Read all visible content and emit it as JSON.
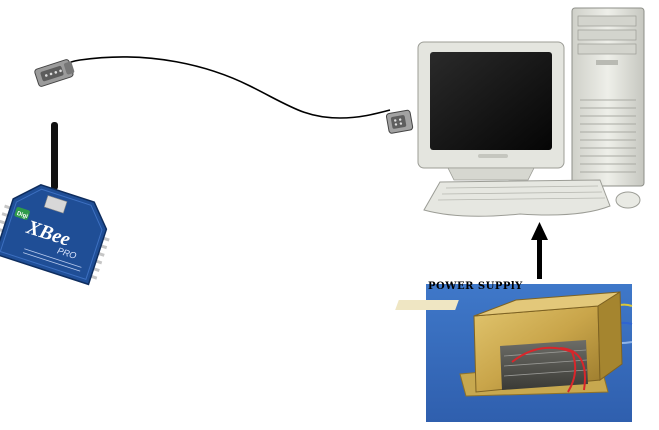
{
  "power_supply": {
    "label": "POWER SUPPlY"
  },
  "xbee_module": {
    "brand": "Digi",
    "name": "XBee",
    "model": "PRO"
  },
  "colors": {
    "xbee_board": "#1f4e96",
    "power_photo_bg": "#3f78c9",
    "transformer_gold": "#c9a54a",
    "computer_beige": "#e4e5df",
    "cable": "#000000"
  },
  "icons": [
    "serial-connector-icon",
    "antenna-icon",
    "xbee-module-icon",
    "desktop-computer-icon",
    "transformer-icon",
    "arrow-up-icon"
  ]
}
